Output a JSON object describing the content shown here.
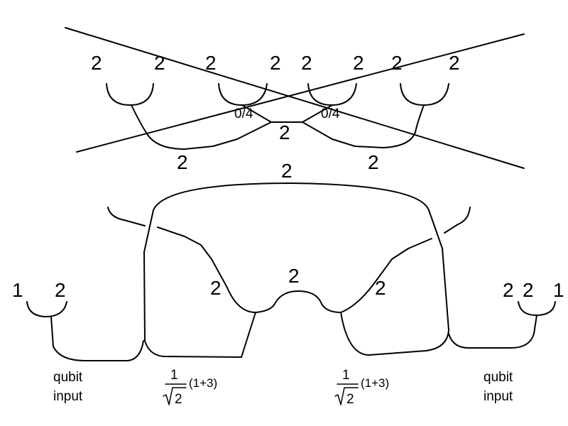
{
  "top": {
    "cap_labels": [
      "2",
      "2",
      "2",
      "2",
      "2",
      "2",
      "2",
      "2"
    ],
    "left_ratio": "0/4",
    "right_ratio": "0/4",
    "center_label": "2",
    "lower_left_label": "2",
    "lower_right_label": "2"
  },
  "bottom": {
    "top_arc_label": "2",
    "left_inner_label": "2",
    "center_label": "2",
    "right_inner_label": "2",
    "left_cap_labels": [
      "1",
      "2"
    ],
    "right_cap_labels": [
      "2",
      "2",
      "1"
    ],
    "left_input": [
      "qubit",
      "input"
    ],
    "right_input": [
      "qubit",
      "input"
    ],
    "coefficient": {
      "numerator": "1",
      "radicand": "2",
      "term": "(1+3)"
    }
  }
}
